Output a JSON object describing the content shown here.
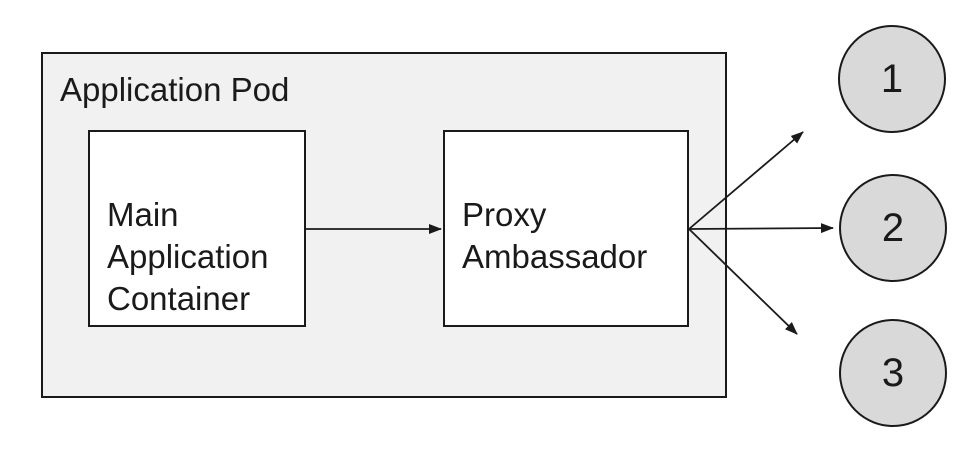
{
  "diagram": {
    "pod": {
      "label": "Application Pod"
    },
    "nodes": [
      {
        "id": "main-application-container",
        "label": "Main\nApplication\nContainer"
      },
      {
        "id": "proxy-ambassador",
        "label": "Proxy\nAmbassador"
      }
    ],
    "endpoints": [
      {
        "id": "endpoint-1",
        "label": "1"
      },
      {
        "id": "endpoint-2",
        "label": "2"
      },
      {
        "id": "endpoint-3",
        "label": "3"
      }
    ],
    "edges": [
      {
        "from": "main-application-container",
        "to": "proxy-ambassador"
      },
      {
        "from": "proxy-ambassador",
        "to": "endpoint-1"
      },
      {
        "from": "proxy-ambassador",
        "to": "endpoint-2"
      },
      {
        "from": "proxy-ambassador",
        "to": "endpoint-3"
      }
    ],
    "colors": {
      "background": "#ffffff",
      "pod_fill": "#f1f1f1",
      "node_fill": "#ffffff",
      "endpoint_fill": "#d9d9d9",
      "stroke": "#1a1a1a"
    }
  }
}
